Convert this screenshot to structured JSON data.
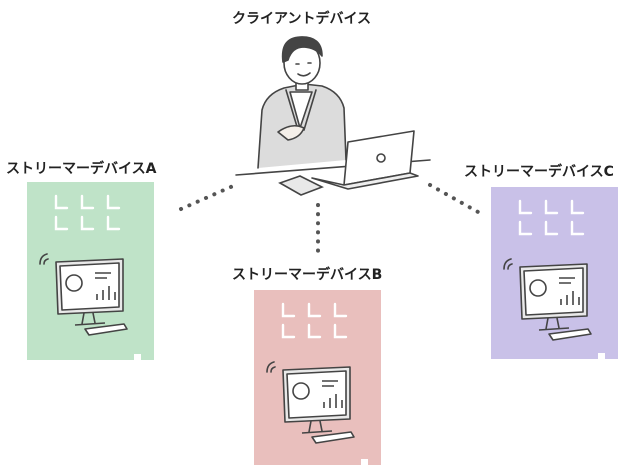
{
  "client": {
    "label": "クライアントデバイス"
  },
  "streamers": [
    {
      "label": "ストリーマーデバイスA",
      "color": "#bfe3c8"
    },
    {
      "label": "ストリーマーデバイスB",
      "color": "#e9bfbd"
    },
    {
      "label": "ストリーマーデバイスC",
      "color": "#c9c1e8"
    }
  ]
}
